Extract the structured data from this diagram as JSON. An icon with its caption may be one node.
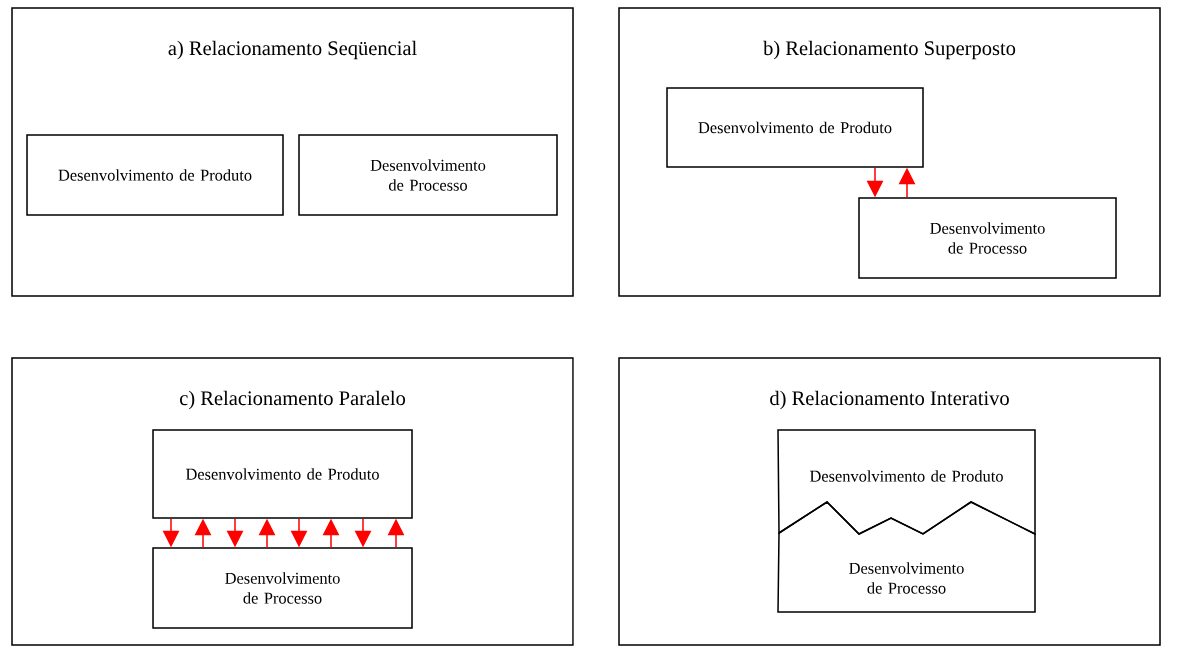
{
  "diagram": {
    "nodes": [
      {
        "text": [
          "a) Relacionamento Seqüencial"
        ]
      },
      {
        "text": [
          "Desenvolvimento de Produto"
        ],
        "in": 0
      },
      {
        "text": [
          "Desenvolvimento de Processo"
        ],
        "in": 0
      },
      {
        "text": [
          "b) Relacionamento Superposto"
        ]
      },
      {
        "text": [
          "Desenvolvimento de Produto"
        ],
        "in": 3
      },
      {
        "text": [
          "Desenvolvimento de Processo"
        ],
        "in": 3
      },
      {
        "text": [
          "c) Relacionamento Paralelo"
        ]
      },
      {
        "text": [
          "Desenvolvimento de Produto"
        ],
        "in": 6
      },
      {
        "text": [
          "Desenvolvimento de Processo"
        ],
        "in": 6
      },
      {
        "text": [
          "d) Relacionamento Interativo"
        ]
      },
      {
        "text": [
          "Desenvolvimento de Produto"
        ],
        "in": 9
      },
      {
        "text": [
          "Desenvolvimento de Processo"
        ],
        "in": 9
      }
    ],
    "edges": [
      {
        "from": 4,
        "to": 5,
        "arrow": "to",
        "color": "#ff0000"
      },
      {
        "from": 5,
        "to": 4,
        "arrow": "to",
        "color": "#ff0000"
      },
      {
        "from": 7,
        "to": 8,
        "arrow": "to",
        "color": "#ff0000"
      },
      {
        "from": 8,
        "to": 7,
        "arrow": "to",
        "color": "#ff0000"
      },
      {
        "from": 7,
        "to": 8,
        "arrow": "to",
        "color": "#ff0000"
      },
      {
        "from": 8,
        "to": 7,
        "arrow": "to",
        "color": "#ff0000"
      },
      {
        "from": 7,
        "to": 8,
        "arrow": "to",
        "color": "#ff0000"
      },
      {
        "from": 8,
        "to": 7,
        "arrow": "to",
        "color": "#ff0000"
      },
      {
        "from": 7,
        "to": 8,
        "arrow": "to",
        "color": "#ff0000"
      },
      {
        "from": 8,
        "to": 7,
        "arrow": "to",
        "color": "#ff0000"
      }
    ]
  }
}
